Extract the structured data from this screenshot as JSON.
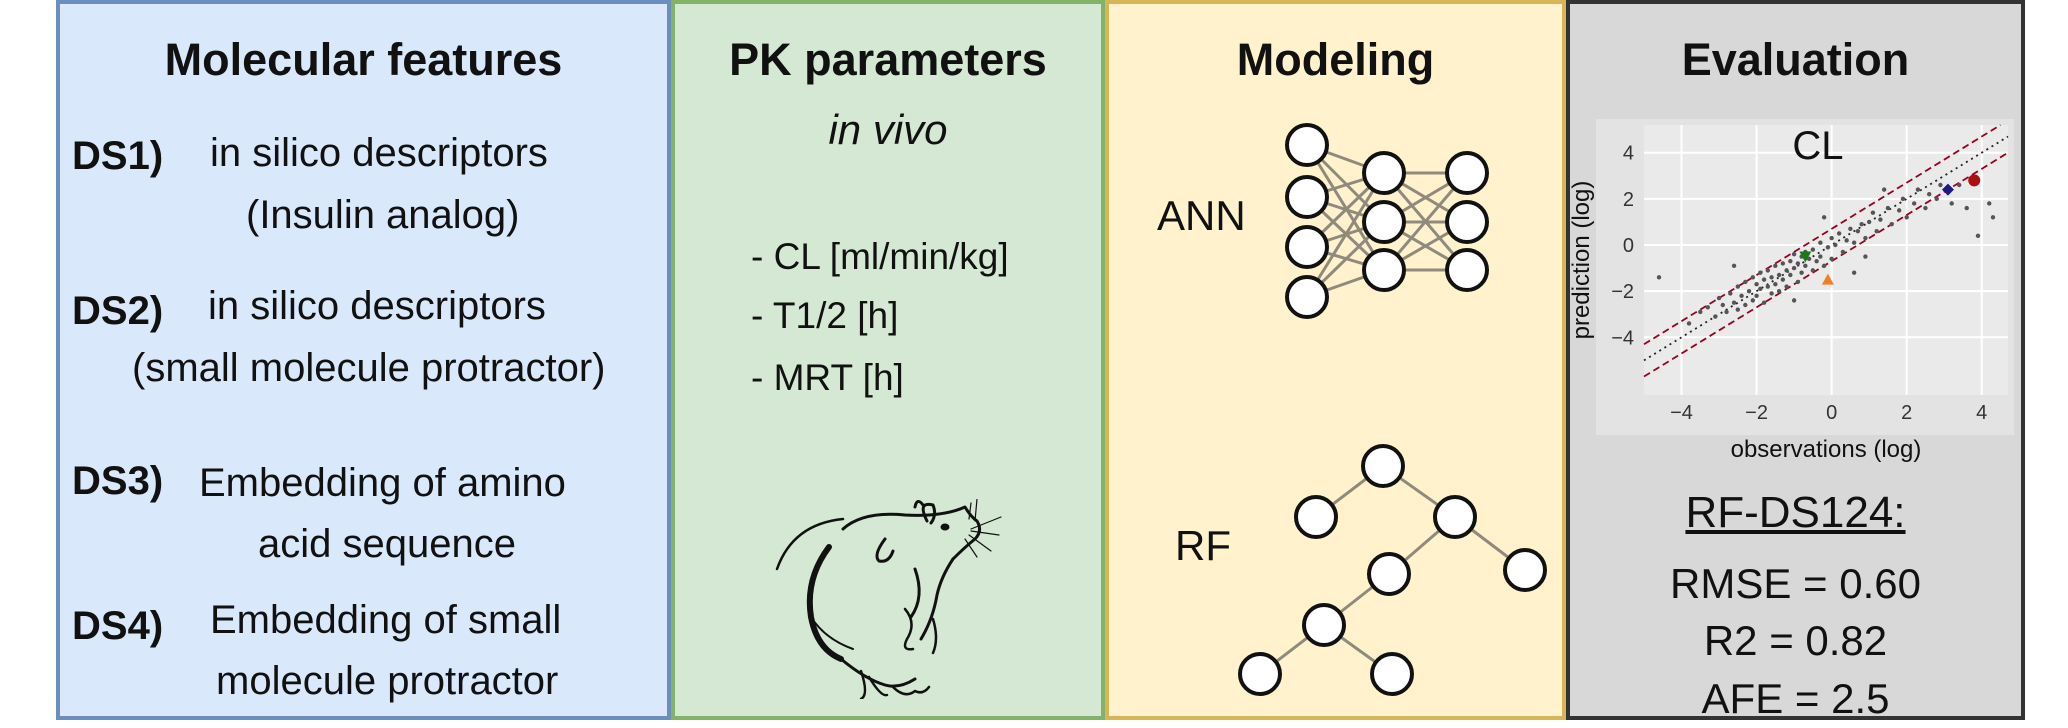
{
  "panels": {
    "features": {
      "title": "Molecular features",
      "datasets": [
        {
          "id": "DS1)",
          "line1": "in silico descriptors",
          "line2": "(Insulin analog)"
        },
        {
          "id": "DS2)",
          "line1": "in silico descriptors",
          "line2": "(small molecule protractor)"
        },
        {
          "id": "DS3)",
          "line1": "Embedding of amino",
          "line2": "acid sequence"
        },
        {
          "id": "DS4)",
          "line1": "Embedding of small",
          "line2": "molecule protractor"
        }
      ]
    },
    "pk": {
      "title": "PK parameters",
      "subtitle": "in vivo",
      "params": [
        "- CL [ml/min/kg]",
        "- T1/2 [h]",
        "- MRT [h]"
      ],
      "image": "rat-drawing"
    },
    "modeling": {
      "title": "Modeling",
      "models": [
        "ANN",
        "RF"
      ]
    },
    "evaluation": {
      "title": "Evaluation",
      "result_label": "RF-DS124:",
      "metrics": [
        "RMSE = 0.60",
        "R2 = 0.82",
        "AFE = 2.5"
      ]
    }
  },
  "chart_data": {
    "type": "scatter",
    "title": "CL",
    "xlabel": "observations (log)",
    "ylabel": "prediction (log)",
    "xlim": [
      -5.0,
      4.7
    ],
    "ylim": [
      -6.5,
      5.2
    ],
    "xticks": [
      "−4",
      "−2",
      "0",
      "2",
      "4"
    ],
    "xtick_values": [
      -4,
      -2,
      0,
      2,
      4
    ],
    "yticks": [
      "−4",
      "−2",
      "0",
      "2",
      "4"
    ],
    "ytick_values": [
      -4,
      -2,
      0,
      2,
      4
    ],
    "grid": true,
    "series": [
      {
        "color": "#555555",
        "values": [
          [
            -4.6,
            -1.4
          ],
          [
            -3.8,
            -3.4
          ],
          [
            -3.5,
            -2.9
          ],
          [
            -3.3,
            -2.7
          ],
          [
            -3.1,
            -3.1
          ],
          [
            -3.0,
            -2.3
          ],
          [
            -2.9,
            -2.6
          ],
          [
            -2.8,
            -2.9
          ],
          [
            -2.7,
            -2.1
          ],
          [
            -2.6,
            -2.5
          ],
          [
            -2.5,
            -1.8
          ],
          [
            -2.5,
            -2.8
          ],
          [
            -2.4,
            -2.2
          ],
          [
            -2.3,
            -1.6
          ],
          [
            -2.3,
            -2.6
          ],
          [
            -2.2,
            -2.0
          ],
          [
            -2.1,
            -1.4
          ],
          [
            -2.1,
            -2.4
          ],
          [
            -2.0,
            -1.7
          ],
          [
            -2.0,
            -2.2
          ],
          [
            -1.9,
            -1.2
          ],
          [
            -1.9,
            -1.9
          ],
          [
            -1.8,
            -2.5
          ],
          [
            -1.8,
            -1.5
          ],
          [
            -1.7,
            -1.8
          ],
          [
            -1.7,
            -1.1
          ],
          [
            -1.6,
            -2.1
          ],
          [
            -1.6,
            -1.4
          ],
          [
            -1.5,
            -0.9
          ],
          [
            -1.5,
            -1.7
          ],
          [
            -1.4,
            -1.3
          ],
          [
            -1.4,
            -2.0
          ],
          [
            -1.3,
            -0.8
          ],
          [
            -1.3,
            -1.5
          ],
          [
            -1.2,
            -1.1
          ],
          [
            -1.2,
            -1.8
          ],
          [
            -1.1,
            -0.7
          ],
          [
            -1.1,
            -1.3
          ],
          [
            -1.0,
            -1.0
          ],
          [
            -1.0,
            -0.4
          ],
          [
            -0.9,
            -1.6
          ],
          [
            -0.9,
            -0.8
          ],
          [
            -0.8,
            -0.5
          ],
          [
            -0.8,
            -1.2
          ],
          [
            -0.7,
            -0.3
          ],
          [
            -0.7,
            -0.9
          ],
          [
            -0.6,
            -0.6
          ],
          [
            -0.5,
            -1.1
          ],
          [
            -0.5,
            -0.2
          ],
          [
            -0.4,
            -0.7
          ],
          [
            -0.3,
            0.1
          ],
          [
            -0.3,
            -0.5
          ],
          [
            -0.2,
            -0.9
          ],
          [
            -0.1,
            -0.1
          ],
          [
            0.0,
            0.3
          ],
          [
            0.0,
            -0.6
          ],
          [
            0.1,
            0.0
          ],
          [
            0.2,
            0.5
          ],
          [
            0.3,
            -0.3
          ],
          [
            0.4,
            0.2
          ],
          [
            0.5,
            0.7
          ],
          [
            0.6,
            0.1
          ],
          [
            0.7,
            0.6
          ],
          [
            0.8,
            0.9
          ],
          [
            0.9,
            0.3
          ],
          [
            1.0,
            1.0
          ],
          [
            1.1,
            1.4
          ],
          [
            1.2,
            0.6
          ],
          [
            1.3,
            1.1
          ],
          [
            1.5,
            1.6
          ],
          [
            1.6,
            0.9
          ],
          [
            1.8,
            1.5
          ],
          [
            1.9,
            2.0
          ],
          [
            2.0,
            1.2
          ],
          [
            2.2,
            1.8
          ],
          [
            2.3,
            2.4
          ],
          [
            2.5,
            1.6
          ],
          [
            2.6,
            2.2
          ],
          [
            2.8,
            2.0
          ],
          [
            2.9,
            2.6
          ],
          [
            3.2,
            1.8
          ],
          [
            3.4,
            2.6
          ],
          [
            3.6,
            1.6
          ],
          [
            3.9,
            0.4
          ],
          [
            4.2,
            1.8
          ],
          [
            4.3,
            1.2
          ],
          [
            -1.0,
            -2.4
          ],
          [
            0.6,
            -1.2
          ],
          [
            -2.6,
            -0.9
          ],
          [
            1.4,
            2.4
          ],
          [
            -0.2,
            1.2
          ],
          [
            0.9,
            -0.5
          ]
        ]
      },
      {
        "color": "#1a7a1a",
        "marker": "triangle-down",
        "values": [
          [
            -0.7,
            -0.5
          ]
        ]
      },
      {
        "color": "#f08020",
        "marker": "triangle-up",
        "values": [
          [
            -0.1,
            -1.5
          ]
        ]
      },
      {
        "color": "#1a1a8a",
        "marker": "diamond",
        "values": [
          [
            3.1,
            2.4
          ]
        ]
      },
      {
        "color": "#aa1010",
        "marker": "circle",
        "values": [
          [
            3.8,
            2.8
          ]
        ]
      }
    ],
    "reference_lines": [
      {
        "style": "dotted",
        "color": "#222222",
        "intercept": 0
      },
      {
        "style": "dashed",
        "color": "#990022",
        "intercept": 0.7
      },
      {
        "style": "dashed",
        "color": "#990022",
        "intercept": -0.7
      }
    ]
  }
}
